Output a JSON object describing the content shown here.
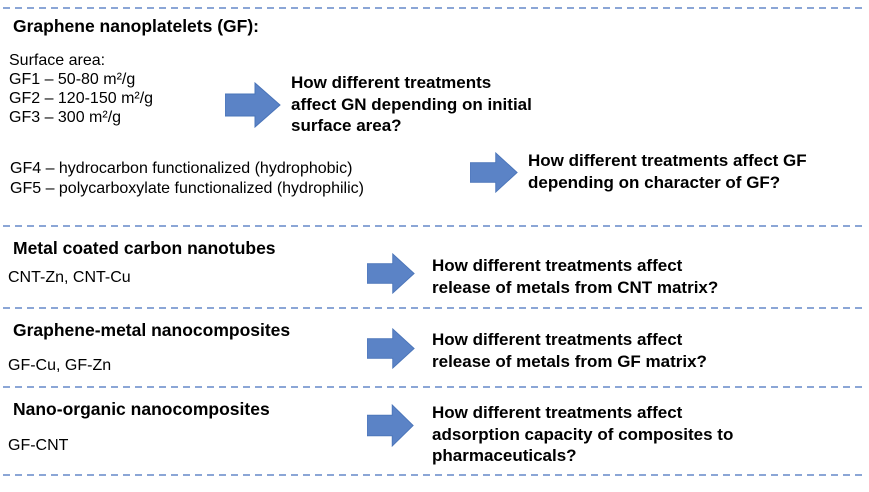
{
  "colors": {
    "background": "#ffffff",
    "text": "#000000",
    "arrow_fill": "#5b83c6",
    "arrow_edge": "#4a74b8",
    "divider": "#8ba6d6"
  },
  "icons": {
    "arrow": "right-block-arrow"
  },
  "sections": [
    {
      "heading": "Graphene nanoplatelets (GF):",
      "groups": [
        {
          "details": "Surface area:\nGF1 – 50-80 m²/g\nGF2 – 120-150 m²/g\nGF3 – 300 m²/g",
          "question": "How different treatments\naffect GN depending on initial\nsurface area?"
        },
        {
          "details": "GF4 – hydrocarbon functionalized (hydrophobic)\nGF5 – polycarboxylate functionalized (hydrophilic)",
          "question": "How different treatments affect GF\ndepending on character of GF?"
        }
      ]
    },
    {
      "heading": "Metal coated carbon nanotubes",
      "groups": [
        {
          "details": "CNT-Zn, CNT-Cu",
          "question": "How different treatments affect\nrelease of metals from CNT matrix?"
        }
      ]
    },
    {
      "heading": "Graphene-metal nanocomposites",
      "groups": [
        {
          "details": "GF-Cu, GF-Zn",
          "question": "How different treatments affect\nrelease of metals from GF matrix?"
        }
      ]
    },
    {
      "heading": "Nano-organic nanocomposites",
      "groups": [
        {
          "details": "GF-CNT",
          "question": "How different treatments affect\nadsorption capacity of composites to\npharmaceuticals?"
        }
      ]
    }
  ]
}
